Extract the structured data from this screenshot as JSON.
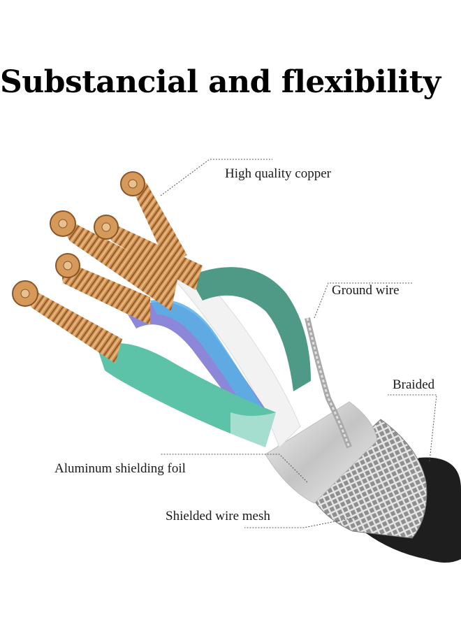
{
  "title": "Substancial and flexibility",
  "labels": {
    "copper": "High quality copper",
    "ground": "Ground wire",
    "braided": "Braided",
    "foil": "Aluminum shielding foil",
    "mesh": "Shielded wire mesh"
  },
  "colors": {
    "copper": "#c98a4b",
    "copper_dark": "#8a5526",
    "teal_wire": "#5cc2a8",
    "dark_green_wire": "#4e9a86",
    "purple_wire": "#8c87d8",
    "blue_wire": "#58b0e6",
    "white_wire": "#f2f2f2",
    "foil": "#d8d8d8",
    "braid": "#b8b8b8",
    "jacket": "#1e1e1e"
  }
}
